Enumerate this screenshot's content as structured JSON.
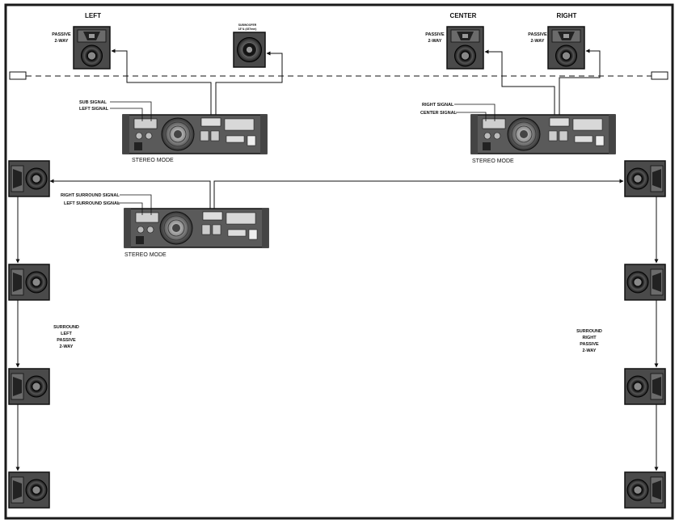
{
  "labels": {
    "left": "LEFT",
    "center": "CENTER",
    "right": "RIGHT",
    "passive": "PASSIVE",
    "two_way": "2-WAY",
    "subwoofer": "SUBWOOFER",
    "subwoofer_spec": "18\"& (457mm)",
    "sub_signal": "SUB SIGNAL",
    "left_signal": "LEFT SIGNAL",
    "right_signal": "RIGHT SIGNAL",
    "center_signal": "CENTER SIGNAL",
    "right_surround_signal": "RIGHT SURROUND SIGNAL",
    "left_surround_signal": "LEFT SURROUND SIGNAL",
    "stereo_mode": "STEREO MODE",
    "surround_left": [
      "SURROUND",
      "LEFT",
      "PASSIVE",
      "2-WAY"
    ],
    "surround_right": [
      "SURROUND",
      "RIGHT",
      "PASSIVE",
      "2-WAY"
    ]
  },
  "colors": {
    "frame": "#1a1a1a",
    "speaker_body": "#4a4a4a",
    "speaker_face": "#6b6b6b",
    "amp_panel": "#5a5a5a",
    "background": "#ffffff"
  },
  "icons": [
    "speaker-icon",
    "subwoofer-icon",
    "amplifier-icon"
  ]
}
